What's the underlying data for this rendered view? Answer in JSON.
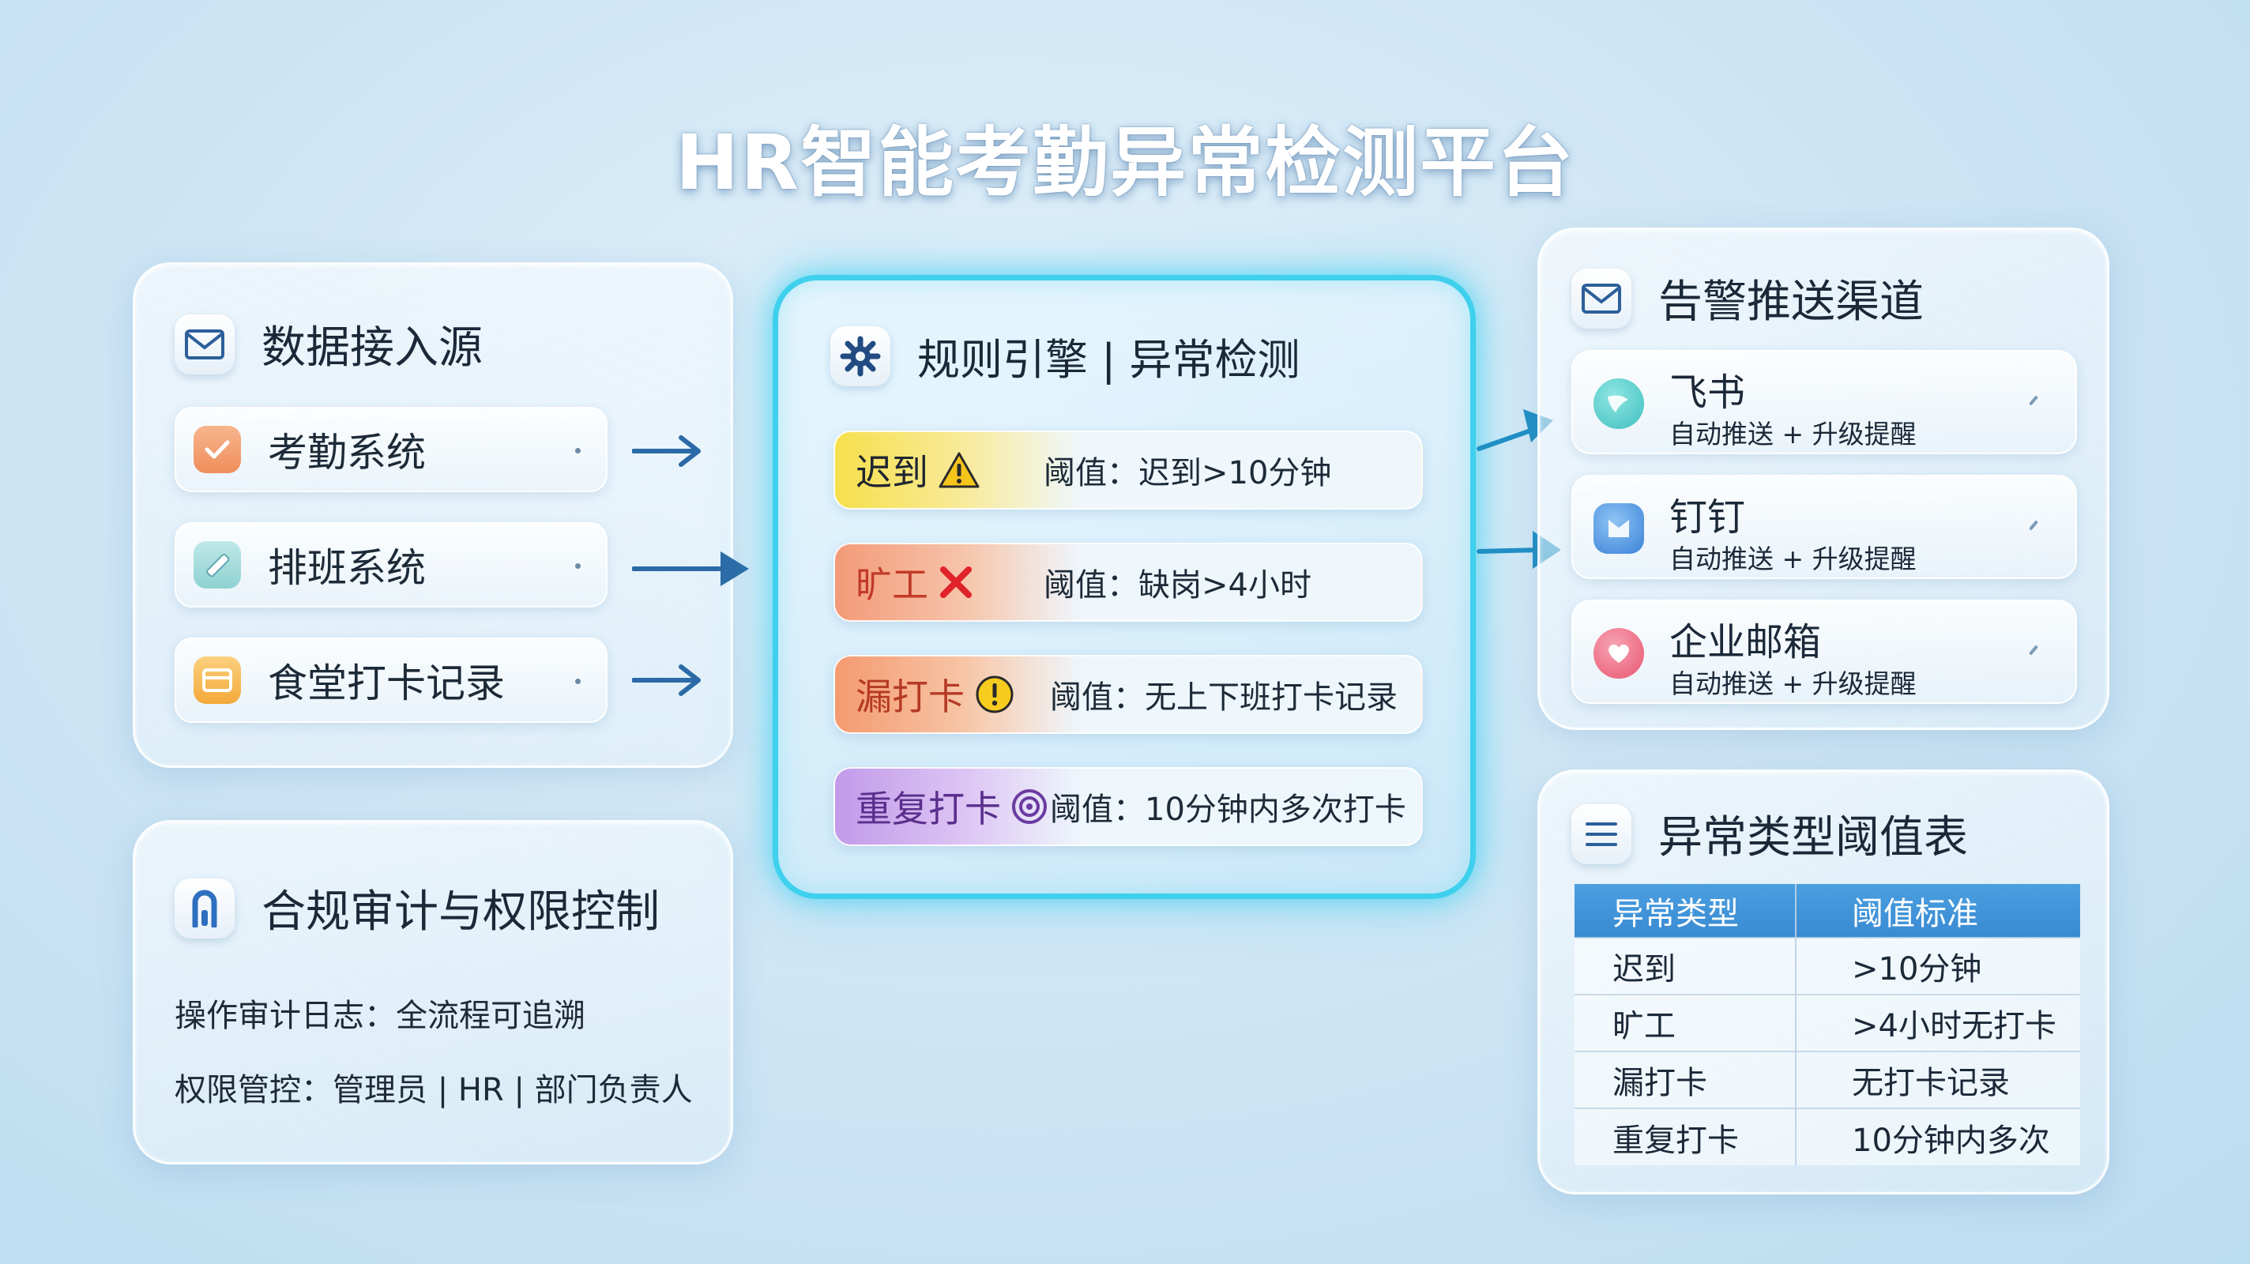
{
  "title": "HR智能考勤异常检测平台",
  "data_sources": {
    "heading": "数据接入源",
    "icon": "mail-icon",
    "items": [
      {
        "label": "考勤系统",
        "icon": "check-badge-icon",
        "color": "#f29a6b"
      },
      {
        "label": "排班系统",
        "icon": "pencil-icon",
        "color": "#7ec9c9"
      },
      {
        "label": "食堂打卡记录",
        "icon": "card-icon",
        "color": "#f3b44a"
      }
    ]
  },
  "engine": {
    "heading": "规则引擎 | 异常检测",
    "icon": "gear-icon",
    "rules": [
      {
        "name": "迟到",
        "symbol": "warning-icon",
        "threshold": "阈值：迟到>10分钟",
        "color": "#f5e15a"
      },
      {
        "name": "旷工",
        "symbol": "cross-icon",
        "threshold": "阈值：缺岗>4小时",
        "color": "#f3a27e"
      },
      {
        "name": "漏打卡",
        "symbol": "exclamation-circle-icon",
        "threshold": "阈值：无上下班打卡记录",
        "color": "#f4a67a"
      },
      {
        "name": "重复打卡",
        "symbol": "target-icon",
        "threshold": "阈值：10分钟内多次打卡",
        "color": "#c7a3ec"
      }
    ]
  },
  "channels": {
    "heading": "告警推送渠道",
    "icon": "mail-icon",
    "items": [
      {
        "name": "飞书",
        "desc": "自动推送 + 升级提醒",
        "icon": "feishu-icon",
        "color": "#4fc9c8"
      },
      {
        "name": "钉钉",
        "desc": "自动推送 + 升级提醒",
        "icon": "dingtalk-icon",
        "color": "#4a90e2"
      },
      {
        "name": "企业邮箱",
        "desc": "自动推送 + 升级提醒",
        "icon": "heart-mail-icon",
        "color": "#ef6d85"
      }
    ]
  },
  "threshold_table": {
    "heading": "异常类型阈值表",
    "icon": "list-icon",
    "columns": [
      "异常类型",
      "阈值标准"
    ],
    "rows": [
      [
        "迟到",
        ">10分钟"
      ],
      [
        "旷工",
        ">4小时无打卡"
      ],
      [
        "漏打卡",
        "无打卡记录"
      ],
      [
        "重复打卡",
        "10分钟内多次"
      ]
    ]
  },
  "audit": {
    "heading": "合规审计与权限控制",
    "icon": "lock-icon",
    "lines": [
      "操作审计日志：全流程可追溯",
      "权限管控：管理员 | HR | 部门负责人"
    ]
  }
}
